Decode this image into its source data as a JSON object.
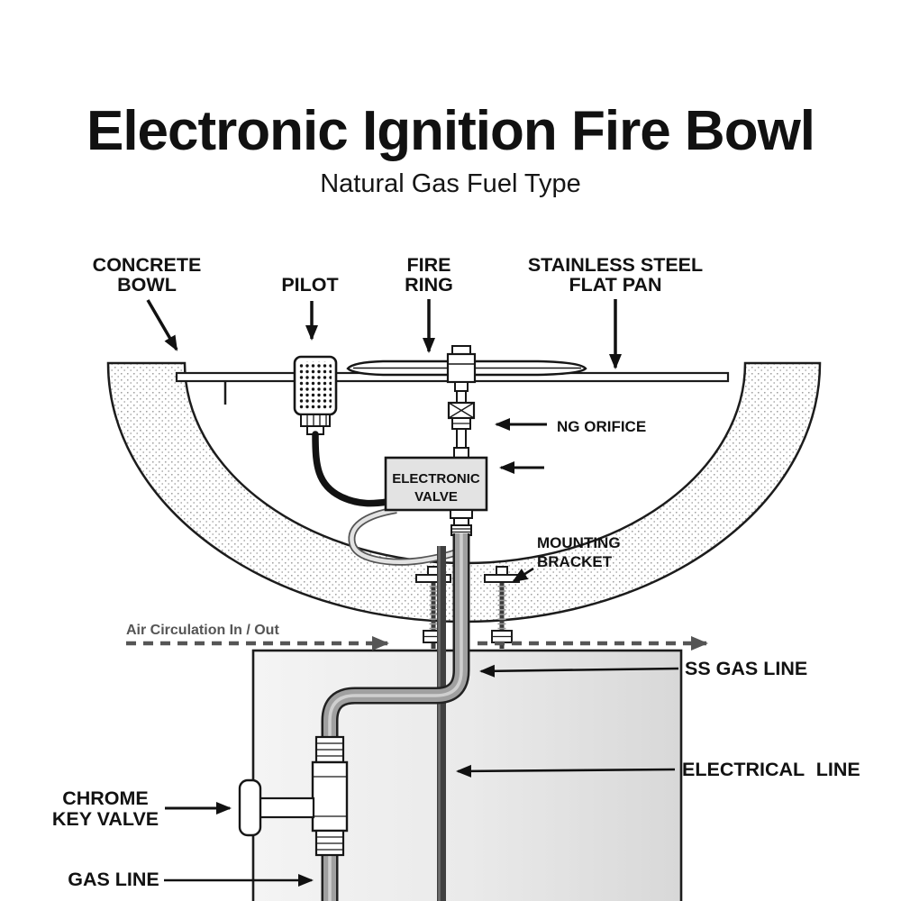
{
  "title": "Electronic Ignition Fire Bowl",
  "subtitle": "Natural Gas Fuel Type",
  "callouts": {
    "concrete_bowl": {
      "line1": "CONCRETE",
      "line2": "BOWL"
    },
    "pilot": {
      "line1": "PILOT"
    },
    "fire_ring": {
      "line1": "FIRE",
      "line2": "RING"
    },
    "stainless_flat_pan": {
      "line1": "STAINLESS STEEL",
      "line2": "FLAT PAN"
    },
    "ng_orifice": {
      "line1": "NG ORIFICE"
    },
    "electronic_valve": {
      "line1": "ELECTRONIC",
      "line2": "VALVE"
    },
    "mounting_bracket": {
      "line1": "MOUNTING",
      "line2": "BRACKET"
    },
    "air_circulation": {
      "line1": "Air Circulation In / Out"
    },
    "ss_gas_line": {
      "line1": "SS GAS LINE"
    },
    "electrical_line": {
      "line1": "ELECTRICAL LINE"
    },
    "chrome_key_valve": {
      "line1": "CHROME",
      "line2": "KEY VALVE"
    },
    "gas_line": {
      "line1": "GAS LINE"
    }
  },
  "colors": {
    "text": "#111111",
    "outline": "#1a1a1a",
    "pipe_gray": "#a0a0a0",
    "electrical_gray": "#3f3f3f",
    "valve_fill": "#e3e3e3",
    "air_gray": "#555555",
    "background": "#ffffff"
  }
}
